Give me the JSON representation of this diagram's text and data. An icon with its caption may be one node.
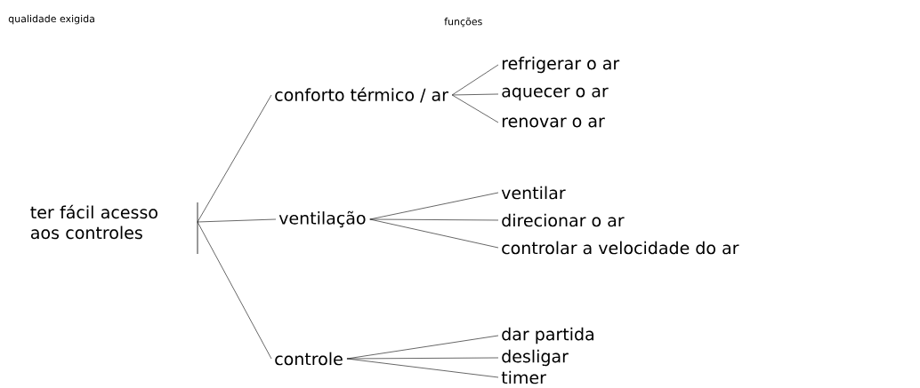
{
  "diagram": {
    "nodes": [
      {
        "text": [
          "ter fácil acesso aos controles"
        ]
      },
      {
        "text": [
          "conforto térmico / ar"
        ]
      },
      {
        "text": [
          "ventilação"
        ]
      },
      {
        "text": [
          "controle"
        ]
      },
      {
        "text": [
          "refrigerar o ar"
        ]
      },
      {
        "text": [
          "aquecer o ar"
        ]
      },
      {
        "text": [
          "renovar o ar"
        ]
      },
      {
        "text": [
          "ventilar"
        ]
      },
      {
        "text": [
          "direcionar o ar"
        ]
      },
      {
        "text": [
          "controlar a velocidade do ar"
        ]
      },
      {
        "text": [
          "dar partida"
        ]
      },
      {
        "text": [
          "desligar"
        ]
      },
      {
        "text": [
          "timer"
        ]
      }
    ],
    "edges": [
      {
        "from": 0,
        "to": 1,
        "arrow": "none"
      },
      {
        "from": 0,
        "to": 2,
        "arrow": "none"
      },
      {
        "from": 0,
        "to": 3,
        "arrow": "none"
      },
      {
        "from": 1,
        "to": 4,
        "arrow": "none"
      },
      {
        "from": 1,
        "to": 5,
        "arrow": "none"
      },
      {
        "from": 1,
        "to": 6,
        "arrow": "none"
      },
      {
        "from": 2,
        "to": 7,
        "arrow": "none"
      },
      {
        "from": 2,
        "to": 8,
        "arrow": "none"
      },
      {
        "from": 2,
        "to": 9,
        "arrow": "none"
      },
      {
        "from": 3,
        "to": 10,
        "arrow": "none"
      },
      {
        "from": 3,
        "to": 11,
        "arrow": "none"
      },
      {
        "from": 3,
        "to": 12,
        "arrow": "none"
      }
    ],
    "labels": [
      "qualidade exigida",
      "funções"
    ]
  }
}
